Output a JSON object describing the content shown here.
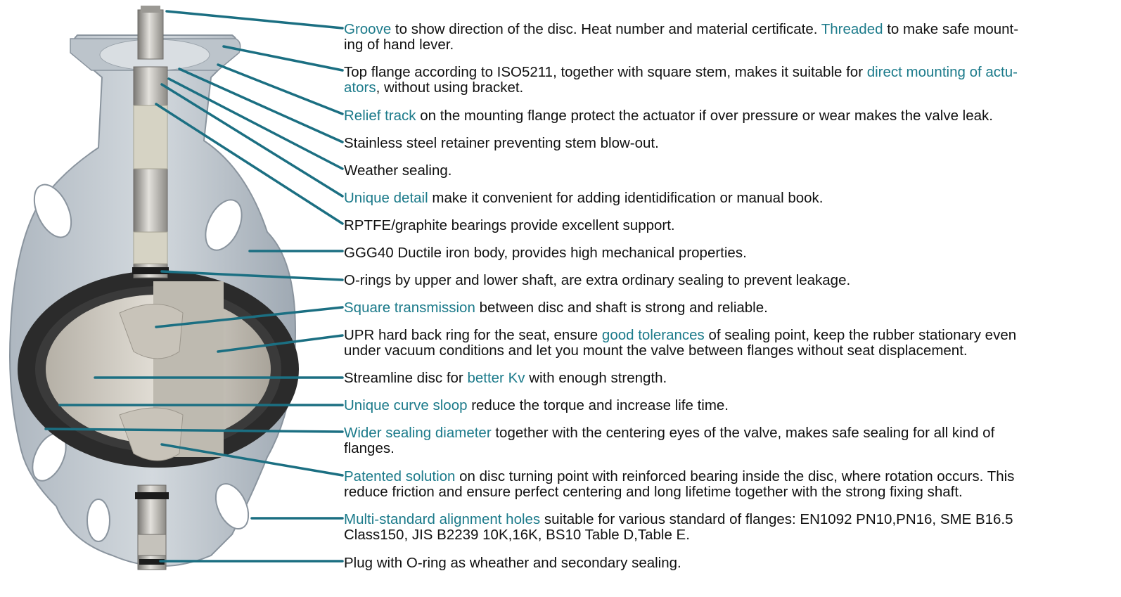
{
  "colors": {
    "highlight": "#1b7a8a",
    "leader": "#1b6f82",
    "body": "#c9d0d7",
    "body_shadow": "#8f99a3",
    "seat": "#2a2a2a",
    "disc": "#cfcac0",
    "stem": "#b9b7b3",
    "text": "#111111"
  },
  "callouts": [
    {
      "parts": [
        {
          "text": "Groove",
          "hl": true
        },
        {
          "text": " to show direction of the disc. Heat number and material certificate. "
        },
        {
          "text": "Threaded",
          "hl": true
        },
        {
          "text": " to make safe mount-"
        }
      ],
      "line2": [
        {
          "text": "ing of hand lever."
        }
      ]
    },
    {
      "parts": [
        {
          "text": "Top flange according to ISO5211, together with square stem, makes it suitable for "
        },
        {
          "text": "direct mounting of actu-",
          "hl": true
        }
      ],
      "line2": [
        {
          "text": "ators",
          "hl": true
        },
        {
          "text": ", without using bracket."
        }
      ]
    },
    {
      "parts": [
        {
          "text": "Relief track",
          "hl": true
        },
        {
          "text": " on the mounting flange protect the actuator if over pressure or wear makes the valve leak."
        }
      ]
    },
    {
      "parts": [
        {
          "text": "Stainless steel retainer preventing stem blow-out."
        }
      ]
    },
    {
      "parts": [
        {
          "text": "Weather sealing."
        }
      ]
    },
    {
      "parts": [
        {
          "text": "Unique detail",
          "hl": true
        },
        {
          "text": " make it convenient for adding identidification or manual book."
        }
      ]
    },
    {
      "parts": [
        {
          "text": "RPTFE/graphite bearings provide excellent support."
        }
      ]
    },
    {
      "parts": [
        {
          "text": "GGG40 Ductile iron body, provides high mechanical properties."
        }
      ]
    },
    {
      "parts": [
        {
          "text": "O-rings by upper and lower shaft, are extra ordinary sealing to prevent leakage."
        }
      ]
    },
    {
      "parts": [
        {
          "text": "Square transmission",
          "hl": true
        },
        {
          "text": " between disc and shaft is strong and reliable."
        }
      ]
    },
    {
      "parts": [
        {
          "text": "UPR hard back ring for the seat, ensure "
        },
        {
          "text": "good tolerances",
          "hl": true
        },
        {
          "text": " of sealing point, keep the rubber stationary even"
        }
      ],
      "line2": [
        {
          "text": "under vacuum conditions and let you mount the valve between flanges without seat displacement."
        }
      ]
    },
    {
      "parts": [
        {
          "text": "Streamline disc for "
        },
        {
          "text": "better Kv",
          "hl": true
        },
        {
          "text": " with enough strength."
        }
      ]
    },
    {
      "parts": [
        {
          "text": "Unique curve sloop",
          "hl": true
        },
        {
          "text": " reduce the torque and increase life time."
        }
      ]
    },
    {
      "parts": [
        {
          "text": "Wider sealing diameter",
          "hl": true
        },
        {
          "text": " together with the centering eyes of the valve, makes safe sealing for all kind of"
        }
      ],
      "line2": [
        {
          "text": "flanges."
        }
      ]
    },
    {
      "parts": [
        {
          "text": "Patented solution",
          "hl": true
        },
        {
          "text": " on disc turning point with reinforced bearing inside the disc, where rotation occurs. This"
        }
      ],
      "line2": [
        {
          "text": "reduce friction and ensure perfect centering and long lifetime together with the strong fixing shaft."
        }
      ]
    },
    {
      "parts": [
        {
          "text": "Multi-standard alignment holes",
          "hl": true
        },
        {
          "text": " suitable for various standard of flanges: EN1092 PN10,PN16,  SME B16.5"
        }
      ],
      "line2": [
        {
          "text": "Class150, JIS B2239 10K,16K, BS10 Table D,Table E."
        }
      ]
    },
    {
      "parts": [
        {
          "text": "Plug with O-ring as wheather and secondary sealing."
        }
      ]
    }
  ]
}
